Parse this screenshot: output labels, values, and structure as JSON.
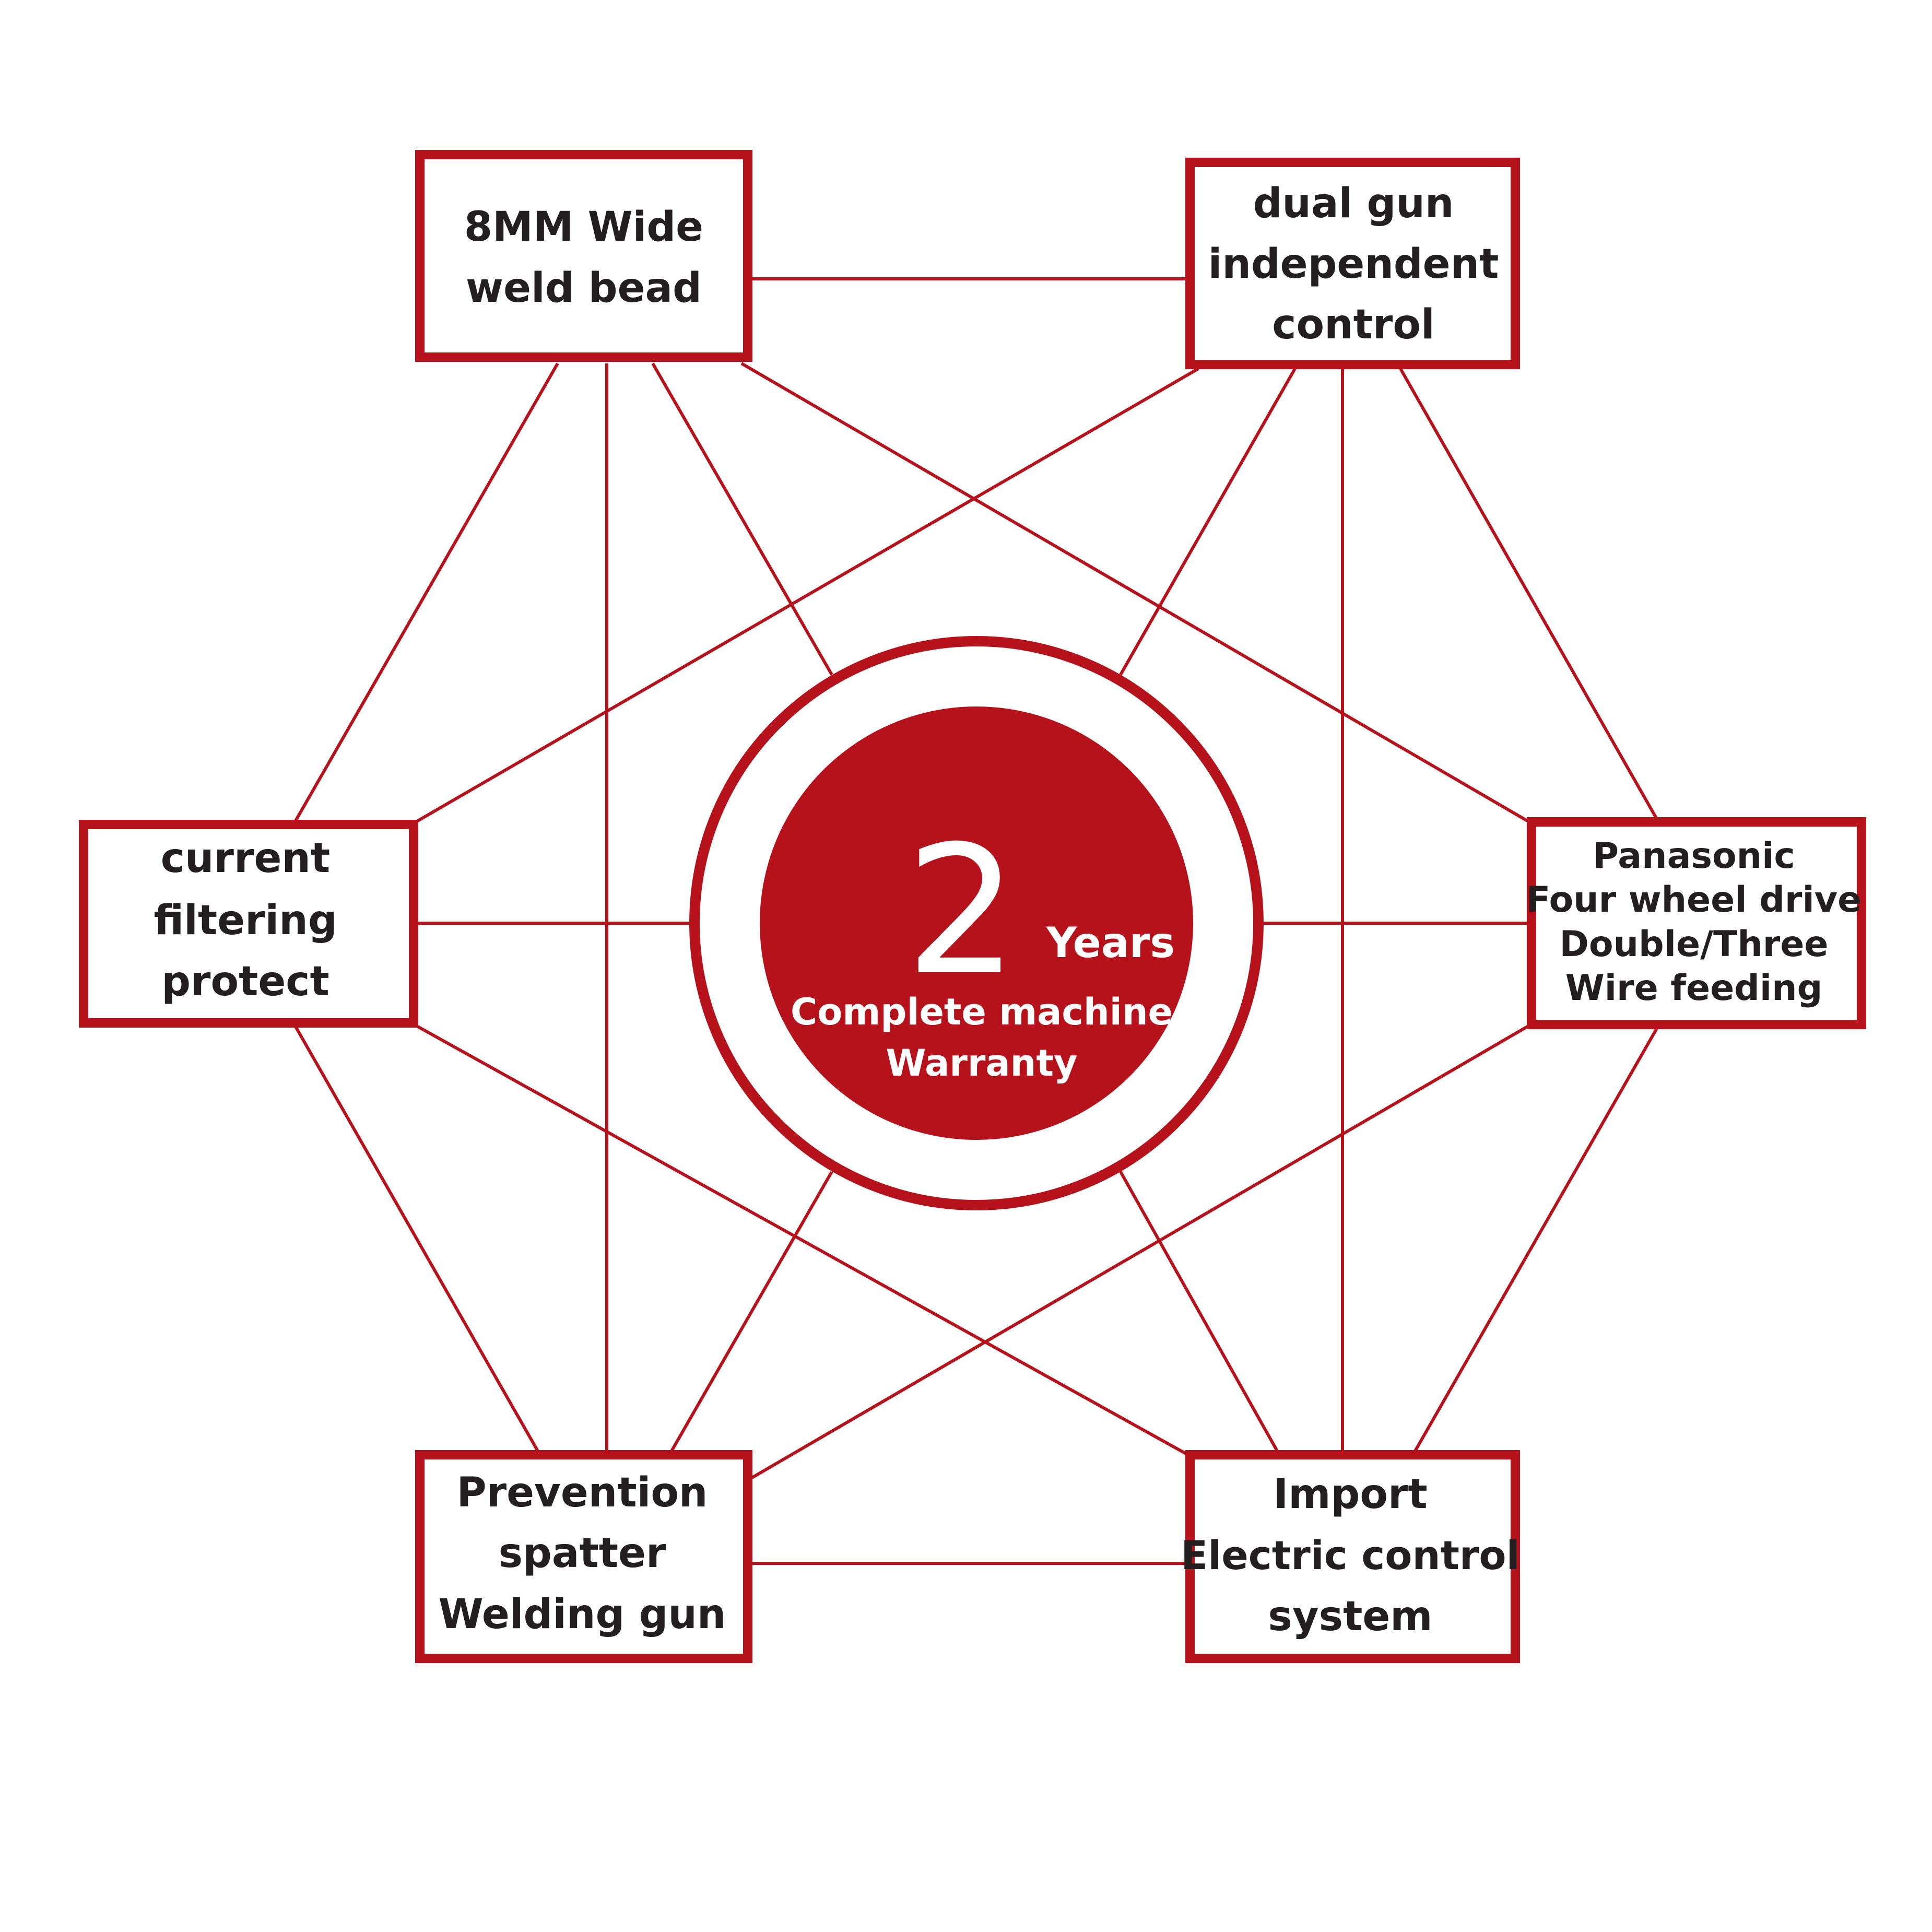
{
  "colors": {
    "accent": "#b5121b",
    "text": "#231f20",
    "background": "#ffffff"
  },
  "center": {
    "number": "2",
    "unit": "Years",
    "line1": "Complete machine",
    "line2": "Warranty"
  },
  "nodes": {
    "top_left": {
      "lines": [
        "8MM Wide",
        "weld bead"
      ]
    },
    "top_right": {
      "lines": [
        "dual gun",
        "independent",
        "control"
      ]
    },
    "left": {
      "lines": [
        "current",
        "filtering",
        "protect"
      ]
    },
    "right": {
      "lines": [
        "Panasonic",
        "Four wheel drive",
        "Double/Three",
        "Wire feeding"
      ]
    },
    "bottom_left": {
      "lines": [
        "Prevention",
        "spatter",
        "Welding gun"
      ]
    },
    "bottom_right": {
      "lines": [
        "Import",
        "Electric control",
        "system"
      ]
    }
  }
}
